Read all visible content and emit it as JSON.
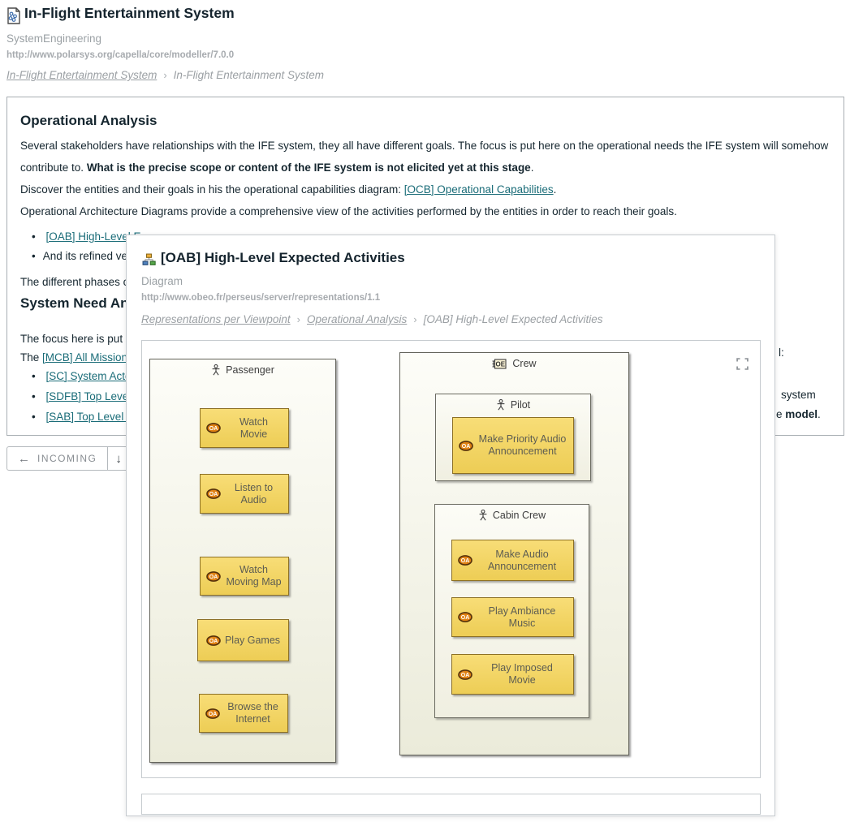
{
  "header": {
    "title": "In-Flight Entertainment System",
    "subtitle": "SystemEngineering",
    "url": "http://www.polarsys.org/capella/core/modeller/7.0.0",
    "breadcrumb_link": "In-Flight Entertainment System",
    "breadcrumb_sep": "›",
    "breadcrumb_current": "In-Flight Entertainment System"
  },
  "main": {
    "heading": "Operational Analysis",
    "p1_a": "Several stakeholders have relationships with the IFE system, they all have different goals. The focus is put here on the operational needs the IFE system will somehow contribute to. ",
    "p1_b": "What is the precise scope or content of the IFE system is not elicited yet at this stage",
    "p1_c": ".",
    "p2_a": "Discover the entities and their goals in his the operational capabilities diagram: ",
    "p2_link": "[OCB] Operational Capabilities",
    "p2_c": ".",
    "p3": "Operational Architecture Diagrams provide a comprehensive view of the activities performed by the entities in order to reach their goals.",
    "bullet_oab_link": "[OAB] High-Level E",
    "bullet_refined": "And its refined vers",
    "p4": "The different phases of",
    "heading2": "System Need An",
    "p5": "The focus here is put o",
    "p6_a": "The ",
    "p6_link": "[MCB] All Missions",
    "bullet_sc": "[SC] System Actors",
    "bullet_sdfb": "[SDFB] Top Level F",
    "bullet_sab": "[SAB] Top Level Sy",
    "frag1": "l:",
    "frag2": "system",
    "frag3_a": "e ",
    "frag3_b": "model",
    "frag3_c": "."
  },
  "toolbar": {
    "incoming_label": "INCOMING",
    "left_arrow": "←",
    "down_arrow": "↓"
  },
  "overlay": {
    "title": "[OAB] High-Level Expected Activities",
    "subtitle": "Diagram",
    "url": "http://www.obeo.fr/perseus/server/representations/1.1",
    "breadcrumb": {
      "link1": "Representations per Viewpoint",
      "link2": "Operational Analysis",
      "current": "[OAB] High-Level Expected Activities",
      "sep": "›"
    },
    "diagram": {
      "oa_badge": "OA",
      "oe_badge": "OE",
      "passenger": {
        "label": "Passenger",
        "activities": [
          "Watch Movie",
          "Listen to Audio",
          "Watch Moving Map",
          "Play Games",
          "Browse the Internet"
        ]
      },
      "crew": {
        "label": "Crew",
        "pilot": {
          "label": "Pilot",
          "activities": [
            "Make Priority Audio Announcement"
          ]
        },
        "cabin_crew": {
          "label": "Cabin Crew",
          "activities": [
            "Make Audio Announcement",
            "Play Ambiance Music",
            "Play Imposed Movie"
          ]
        }
      }
    }
  },
  "colors": {
    "link_teal": "#1a6c78",
    "heading_navy": "#15262f",
    "muted_gray": "#9ba1a5",
    "activity_fill": "#f3d667",
    "activity_border": "#8c7026",
    "entity_fill": "#ebebda",
    "oa_badge_fill": "#e08214"
  }
}
